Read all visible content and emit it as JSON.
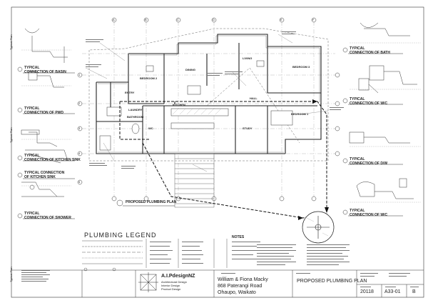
{
  "sheet": {
    "left_margin_labels": [
      "Typical Plan",
      "Typical Plan",
      "Typical Plan"
    ]
  },
  "details_left": [
    {
      "title": "TYPICAL",
      "subtitle": "CONNECTION OF BASIN"
    },
    {
      "title": "TYPICAL",
      "subtitle": "CONNECTION OF PWD"
    },
    {
      "title": "TYPICAL",
      "subtitle": "CONNECTION OF KITCHEN SINK"
    },
    {
      "title": "TYPICAL CONNECTION",
      "subtitle": "OF KITCHEN SINK"
    },
    {
      "title": "TYPICAL",
      "subtitle": "CONNECTION OF SHOWER"
    }
  ],
  "details_right": [
    {
      "title": "TYPICAL",
      "subtitle": "CONNECTION OF BATH"
    },
    {
      "title": "TYPICAL",
      "subtitle": "CONNECTION OF W/C"
    },
    {
      "title": "TYPICAL",
      "subtitle": "CONNECTION OF D/W"
    },
    {
      "title": "TYPICAL",
      "subtitle": "CONNECTION OF W/C"
    }
  ],
  "plan": {
    "title": "PROPOSED PLUMBING PLAN",
    "rooms": [
      "BEDROOM 2",
      "DINING",
      "LIVING",
      "BEDROOM 3",
      "KITCHEN",
      "LAUNDRY",
      "WC",
      "ENTRY",
      "BATHROOM",
      "STUDY",
      "BEDROOM 1",
      "HALL"
    ],
    "grid_top": [
      "A",
      "B",
      "C",
      "D",
      "E",
      "F"
    ],
    "grid_side": [
      "1",
      "2",
      "3",
      "4",
      "5"
    ]
  },
  "legend": {
    "title": "PLUMBING LEGEND",
    "notes_title": "NOTES"
  },
  "title_block": {
    "company": "A.I.PdesignNZ",
    "tag1": "Architectural Design",
    "tag2": "Interior Design",
    "tag3": "Product Design",
    "client": "William & Fiona Macky",
    "address1": "868 Paterangi Road",
    "address2": "Ohaupo, Waikato",
    "drawing_title": "PROPOSED PLUMBING PLAN",
    "job_no": "20118",
    "sheet_no": "A33-01",
    "revision": "B"
  }
}
